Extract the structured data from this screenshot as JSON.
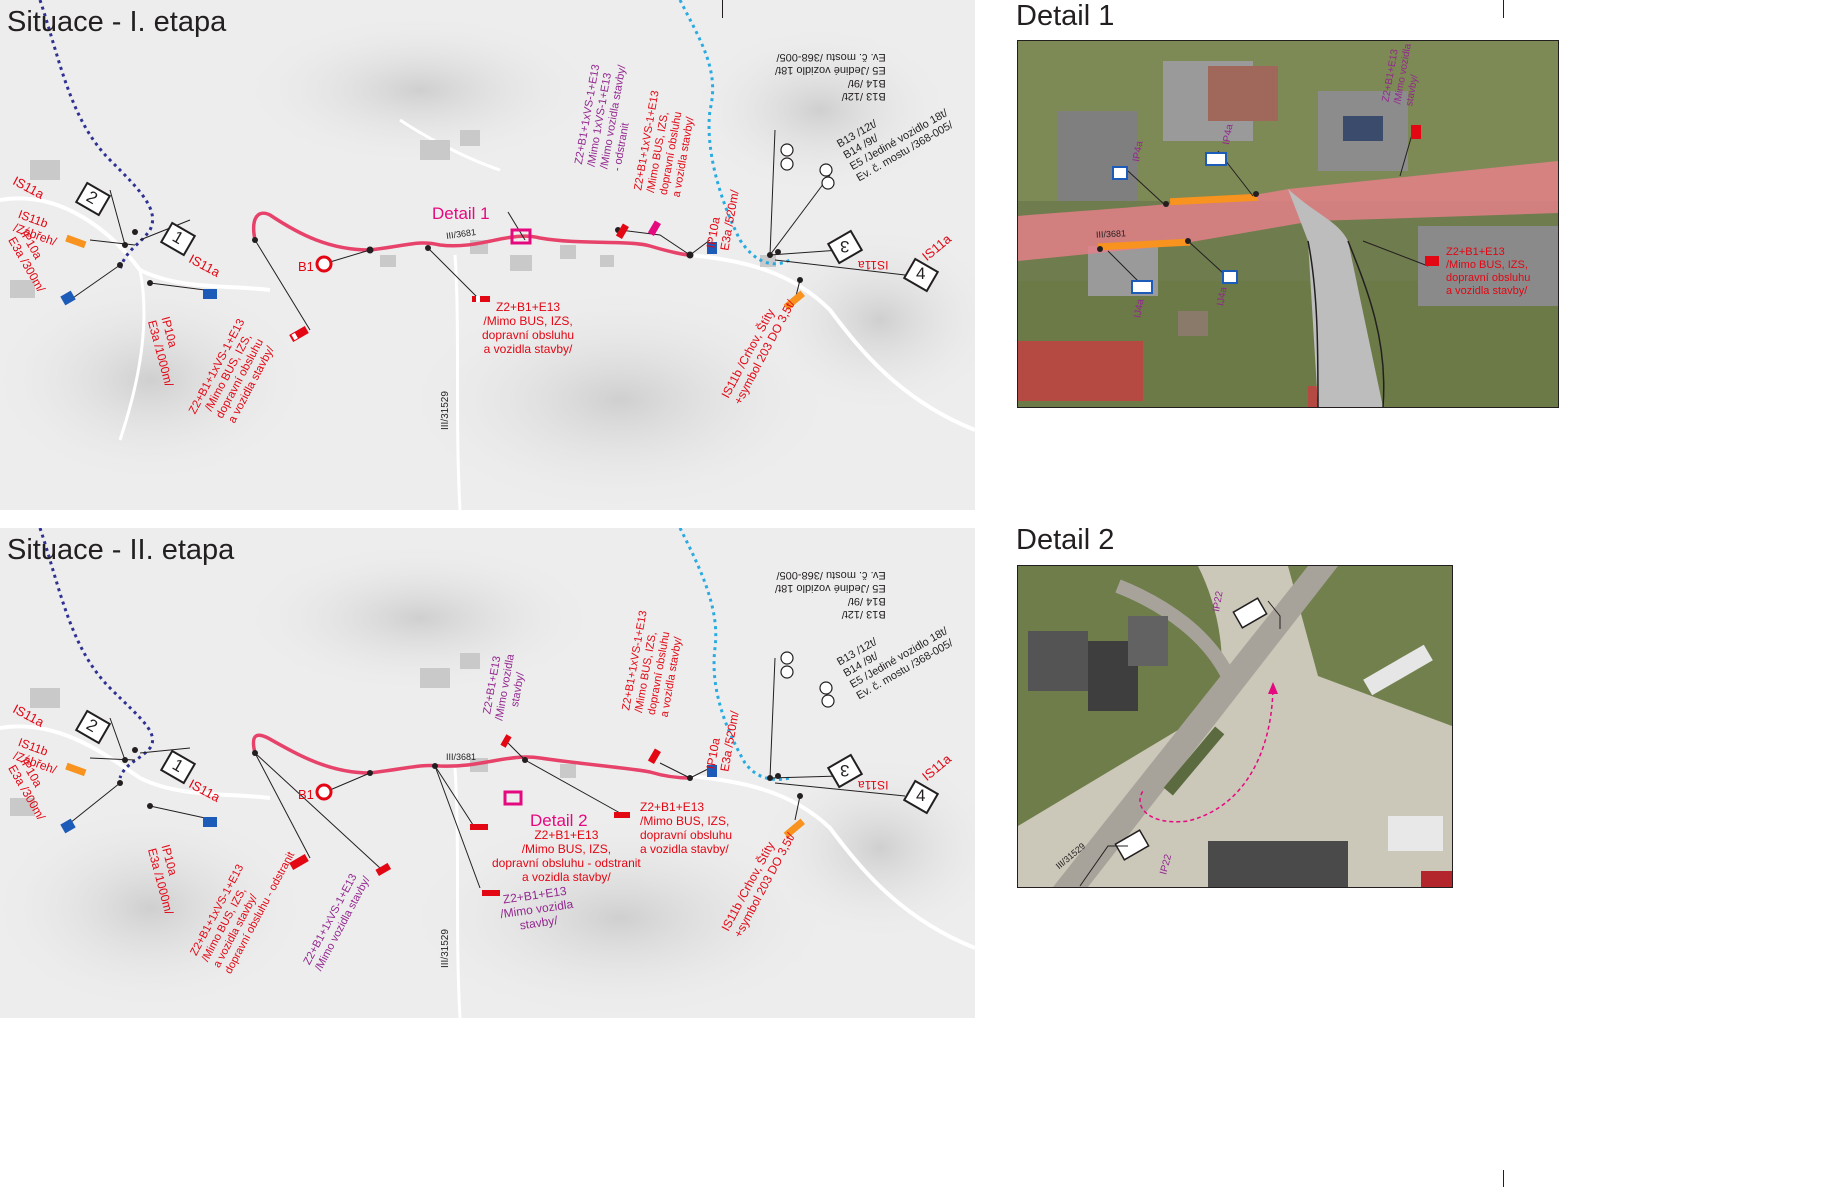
{
  "panels": {
    "stage1_title": "Situace - I. etapa",
    "stage2_title": "Situace - II. etapa",
    "detail1_title": "Detail 1",
    "detail2_title": "Detail 2"
  },
  "roads": {
    "main": "III/3681",
    "side": "III/31529"
  },
  "signs": {
    "is11a": "IS11a",
    "is11b_zabreh": [
      "IS11b",
      "/Zábřeh/"
    ],
    "ip10a_300": [
      "IP10a",
      "E3a /300m/"
    ],
    "ip10a_1000": [
      "IP10a",
      "E3a /1000m/"
    ],
    "ip10a_520": [
      "IP10a",
      "E3a /520m/"
    ],
    "b1": "B1",
    "detail1_label": "Detail 1",
    "detail2_label": "Detail 2",
    "z2_left_s1": [
      "Z2+B1+1xVS-1+E13",
      "/Mimo BUS, IZS,",
      "dopravní obsluhu",
      "a vozidla stavby/"
    ],
    "z2_mid": [
      "Z2+B1+E13",
      "/Mimo BUS, IZS,",
      "dopravní obsluhu",
      "a vozidla stavby/"
    ],
    "z2_odstranit": [
      "Z2+B1+1xVS-1+E13",
      "/Mimo 1xVS-1+E13",
      "/Mimo vozidla stavby/",
      " - odstranit"
    ],
    "z2_right_s1": [
      "Z2+B1+1xVS-1+E13",
      "/Mimo BUS, IZS,",
      "dopravní obsluhu",
      "a vozidla stavby/"
    ],
    "b13_block_a": [
      "B13 /12t/",
      "B14 /9t/",
      "E5 /Jediné vozidlo 18t/",
      "Ev. č. mostu /368-005/"
    ],
    "b13_block_b": [
      "B13 /12t/",
      "B14 /9t/",
      "E5 /Jediné vozidlo 18t/",
      "Ev. č. mostu /368-005/"
    ],
    "is11b_chrov": [
      "IS11b /Crhov, Štíty",
      "+symbol 203 DO 3,5t/"
    ],
    "num": [
      "1",
      "2",
      "3",
      "4"
    ],
    "z2_left_s2_odstranit": [
      "Z2+B1+1xVS-1+E13",
      "/Mimo BUS, IZS,",
      "a vozidla stavby/",
      "dopravní obsluhu  - odstranit"
    ],
    "z2_left_s2_b": [
      "Z2+B1+1xVS-1+E13",
      "/Mimo vozidla stavby/"
    ],
    "z2_mid_s2": [
      "Z2+B1+E13",
      "/Mimo BUS, IZS,",
      "dopravní obsluhu - odstranit",
      "a vozidla stavby/"
    ],
    "z2_mid_s2_b": [
      "Z2+B1+E13",
      "/Mimo vozidla",
      "stavby/"
    ],
    "z2_top_s2": [
      "Z2+B1+E13",
      "/Mimo vozidla",
      "stavby/"
    ],
    "z2_right_s2": [
      "Z2+B1+1xVS-1+E13",
      "/Mimo BUS, IZS,",
      "dopravní obsluhu",
      "a vozidla stavby/"
    ],
    "z2_right2_s2": [
      "Z2+B1+E13",
      "/Mimo BUS, IZS,",
      "dopravní obsluhu",
      "a vozidla stavby/"
    ],
    "ip4a": "IP4a",
    "ij4a": "IJ4a",
    "d1_z2_top": [
      "Z2+B1+E13",
      "/Mimo vozidla",
      "stavby/"
    ],
    "d1_z2_right": [
      "Z2+B1+E13",
      "/Mimo BUS, IZS,",
      "dopravní obsluhu",
      "a vozidla stavby/"
    ],
    "ip22": "IP22"
  },
  "colors": {
    "red_text": "#e30613",
    "magenta": "#e5097f",
    "purple": "#93278f",
    "road": "#e6426a",
    "blue_dots": "#2e3192",
    "cyan_dots": "#29abe2",
    "orange": "#f7931e"
  }
}
